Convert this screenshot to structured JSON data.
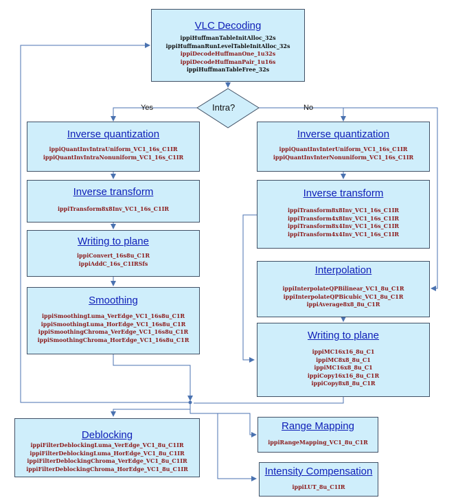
{
  "vlc": {
    "title": "VLC Decoding",
    "fns": [
      {
        "t": "ippiHuffmanTableInitAlloc_32s",
        "c": "k"
      },
      {
        "t": "ippiHuffmanRunLevelTableInitAlloc_32s",
        "c": "k"
      },
      {
        "t": "ippiDecodeHuffmanOne_1u32s",
        "c": "r"
      },
      {
        "t": "ippiDecodeHuffmanPair_1u16s",
        "c": "r"
      },
      {
        "t": "ippiHuffmanTableFree_32s",
        "c": "k"
      }
    ]
  },
  "decision": {
    "label": "Intra?",
    "yes": "Yes",
    "no": "No"
  },
  "left": {
    "iq": {
      "title": "Inverse quantization",
      "fns": [
        "ippiQuantInvIntraUniform_VC1_16s_C1IR",
        "ippiQuantInvIntraNonuniform_VC1_16s_C1IR"
      ]
    },
    "it": {
      "title": "Inverse transform",
      "fns": [
        "ippiTransform8x8Inv_VC1_16s_C1IR"
      ]
    },
    "wp": {
      "title": "Writing to plane",
      "fns": [
        "ippiConvert_16s8u_C1R",
        "ippiAddC_16s_C1IRSfs"
      ]
    },
    "sm": {
      "title": "Smoothing",
      "fns": [
        "ippiSmoothingLuma_VerEdge_VC1_16s8u_C1R",
        "ippiSmoothingLuma_HorEdge_VC1_16s8u_C1R",
        "ippiSmoothingChroma_VerEdge_VC1_16s8u_C1R",
        "ippiSmoothingChroma_HorEdge_VC1_16s8u_C1R"
      ]
    }
  },
  "right": {
    "iq": {
      "title": "Inverse quantization",
      "fns": [
        "ippiQuantInvInterUniform_VC1_16s_C1IR",
        "ippiQuantInvInterNonuniform_VC1_16s_C1IR"
      ]
    },
    "it": {
      "title": "Inverse transform",
      "fns": [
        "ippiTransform8x8Inv_VC1_16s_C1IR",
        "ippiTransform4x8Inv_VC1_16s_C1IR",
        "ippiTransform8x4Inv_VC1_16s_C1IR",
        "ippiTransform4x4Inv_VC1_16s_C1IR"
      ]
    },
    "ip": {
      "title": "Interpolation",
      "fns": [
        "ippiInterpolateQPBilinear_VC1_8u_C1R",
        "ippiInterpolateQPBicubic_VC1_8u_C1R",
        "ippiAverage8x8_8u_C1R"
      ]
    },
    "wp": {
      "title": "Writing to plane",
      "fns": [
        "ippiMC16x16_8u_C1",
        "ippiMC8x8_8u_C1",
        "ippiMC16x8_8u_C1",
        "ippiCopy16x16_8u_C1R",
        "ippiCopy8x8_8u_C1R"
      ]
    }
  },
  "deblocking": {
    "title": "Deblocking",
    "fns": [
      "ippiFilterDeblockingLuma_VerEdge_VC1_8u_C1IR",
      "ippiFilterDeblockingLuma_HorEdge_VC1_8u_C1IR",
      "ippiFilterDeblockingChroma_VerEdge_VC1_8u_C1IR",
      "ippiFilterDeblockingChroma_HorEdge_VC1_8u_C1IR"
    ]
  },
  "range": {
    "title": "Range Mapping",
    "fns": [
      "ippiRangeMapping_VC1_8u_C1R"
    ]
  },
  "intensity": {
    "title": "Intensity Compensation",
    "fns": [
      "ippiLUT_8u_C1IR"
    ]
  }
}
